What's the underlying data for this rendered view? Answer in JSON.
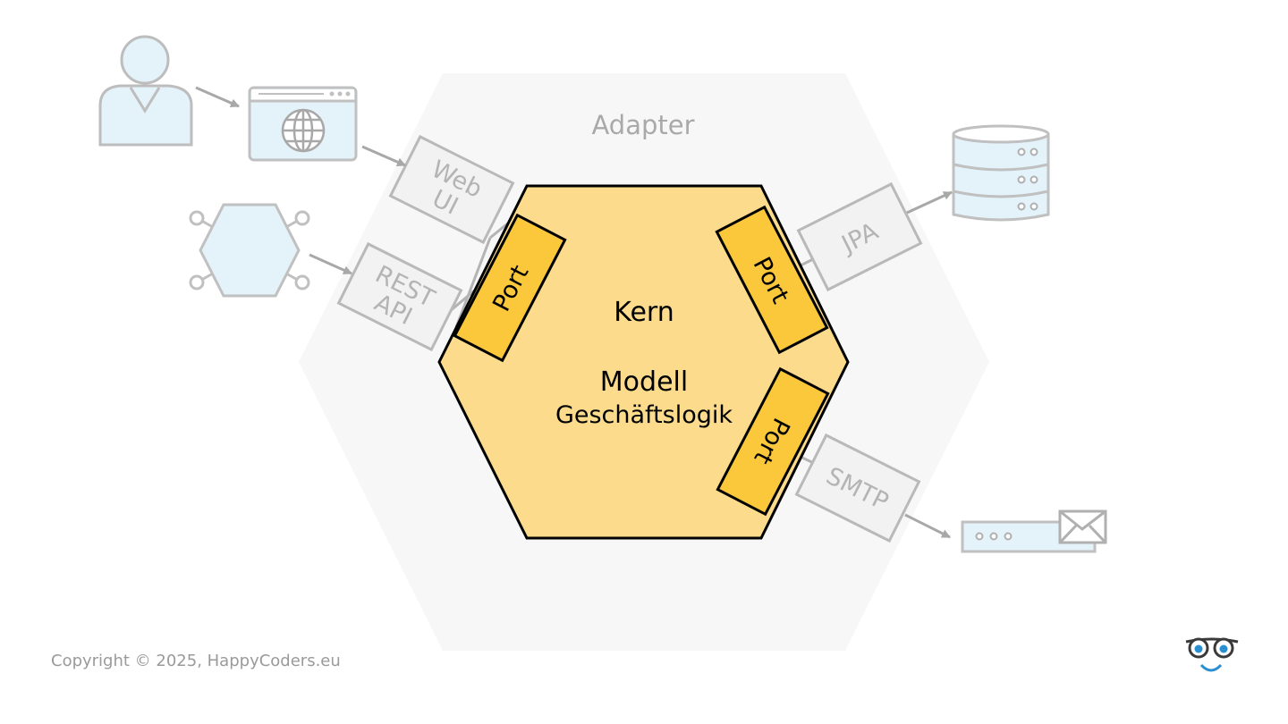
{
  "diagram": {
    "adapter_layer_label": "Adapter",
    "core": {
      "title": "Kern",
      "line1": "Modell",
      "line2": "Geschäftslogik"
    },
    "ports": [
      {
        "label": "Port"
      },
      {
        "label": "Port"
      },
      {
        "label": "Port"
      }
    ],
    "adapters": {
      "web_ui": [
        "Web",
        "UI"
      ],
      "rest_api": [
        "REST",
        "API"
      ],
      "jpa": "JPA",
      "smtp": "SMTP"
    },
    "actors": {
      "user": "user-icon",
      "browser": "browser-globe-icon",
      "external_system": "hexagon-system-icon",
      "database": "database-icon",
      "email": "email-icon"
    }
  },
  "footer": {
    "copyright": "Copyright © 2025, HappyCoders.eu"
  },
  "colors": {
    "core_fill": "#fcdc8c",
    "port_fill": "#fbc83b",
    "adapter_gray": "#b4b4b4",
    "outer_hex": "#f7f7f7",
    "icon_fill": "#e4f2fa"
  }
}
